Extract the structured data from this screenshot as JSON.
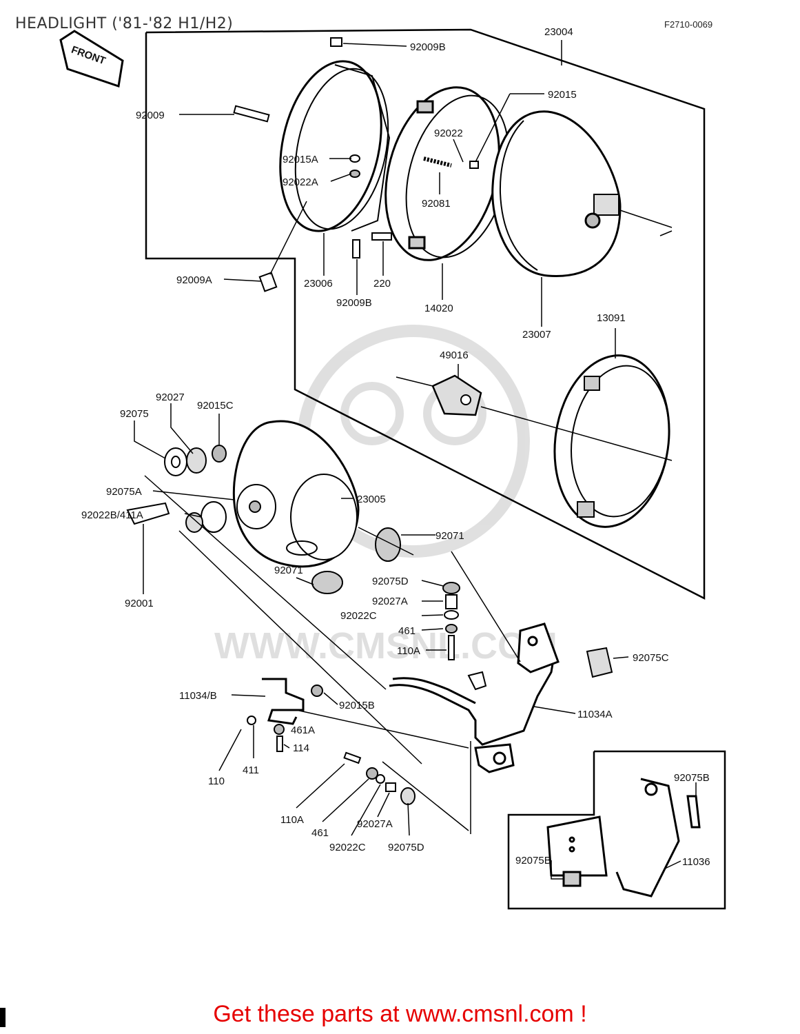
{
  "header": {
    "title": "HEADLIGHT ('81-'82 H1/H2)",
    "figure_code": "F2710-0069"
  },
  "front_arrow": {
    "label": "FRONT"
  },
  "watermark": {
    "text": "WWW.CMSNL.COM"
  },
  "footer": {
    "text": "Get these parts at www.cmsnl.com !"
  },
  "parts": [
    {
      "id": "p23004",
      "num": "23004"
    },
    {
      "id": "p92009B-top",
      "num": "92009B"
    },
    {
      "id": "p92015",
      "num": "92015"
    },
    {
      "id": "p92009",
      "num": "92009"
    },
    {
      "id": "p92022",
      "num": "92022"
    },
    {
      "id": "p92015A",
      "num": "92015A"
    },
    {
      "id": "p92022A",
      "num": "92022A"
    },
    {
      "id": "p92081",
      "num": "92081"
    },
    {
      "id": "p92009A",
      "num": "92009A"
    },
    {
      "id": "p23006",
      "num": "23006"
    },
    {
      "id": "p220",
      "num": "220"
    },
    {
      "id": "p92009B-bot",
      "num": "92009B"
    },
    {
      "id": "p14020",
      "num": "14020"
    },
    {
      "id": "p23007",
      "num": "23007"
    },
    {
      "id": "p13091",
      "num": "13091"
    },
    {
      "id": "p49016",
      "num": "49016"
    },
    {
      "id": "p92027",
      "num": "92027"
    },
    {
      "id": "p92075",
      "num": "92075"
    },
    {
      "id": "p92015C",
      "num": "92015C"
    },
    {
      "id": "p92075A",
      "num": "92075A"
    },
    {
      "id": "p23005",
      "num": "23005"
    },
    {
      "id": "p92022B411A",
      "num": "92022B/411A"
    },
    {
      "id": "p92071-r",
      "num": "92071"
    },
    {
      "id": "p92001",
      "num": "92001"
    },
    {
      "id": "p92071-l",
      "num": "92071"
    },
    {
      "id": "p92075D-r",
      "num": "92075D"
    },
    {
      "id": "p92027A-r",
      "num": "92027A"
    },
    {
      "id": "p92022C-r",
      "num": "92022C"
    },
    {
      "id": "p461-r",
      "num": "461"
    },
    {
      "id": "p110A-r",
      "num": "110A"
    },
    {
      "id": "p92075C",
      "num": "92075C"
    },
    {
      "id": "p11034B",
      "num": "11034/B"
    },
    {
      "id": "p92015B",
      "num": "92015B"
    },
    {
      "id": "p11034A",
      "num": "11034A"
    },
    {
      "id": "p461A",
      "num": "461A"
    },
    {
      "id": "p114",
      "num": "114"
    },
    {
      "id": "p110",
      "num": "110"
    },
    {
      "id": "p411",
      "num": "411"
    },
    {
      "id": "p110A-b",
      "num": "110A"
    },
    {
      "id": "p461-b",
      "num": "461"
    },
    {
      "id": "p92027A-b",
      "num": "92027A"
    },
    {
      "id": "p92022C-b",
      "num": "92022C"
    },
    {
      "id": "p92075D-b",
      "num": "92075D"
    },
    {
      "id": "p92075B-top",
      "num": "92075B"
    },
    {
      "id": "p92075B-bot",
      "num": "92075B"
    },
    {
      "id": "p11036",
      "num": "11036"
    }
  ]
}
